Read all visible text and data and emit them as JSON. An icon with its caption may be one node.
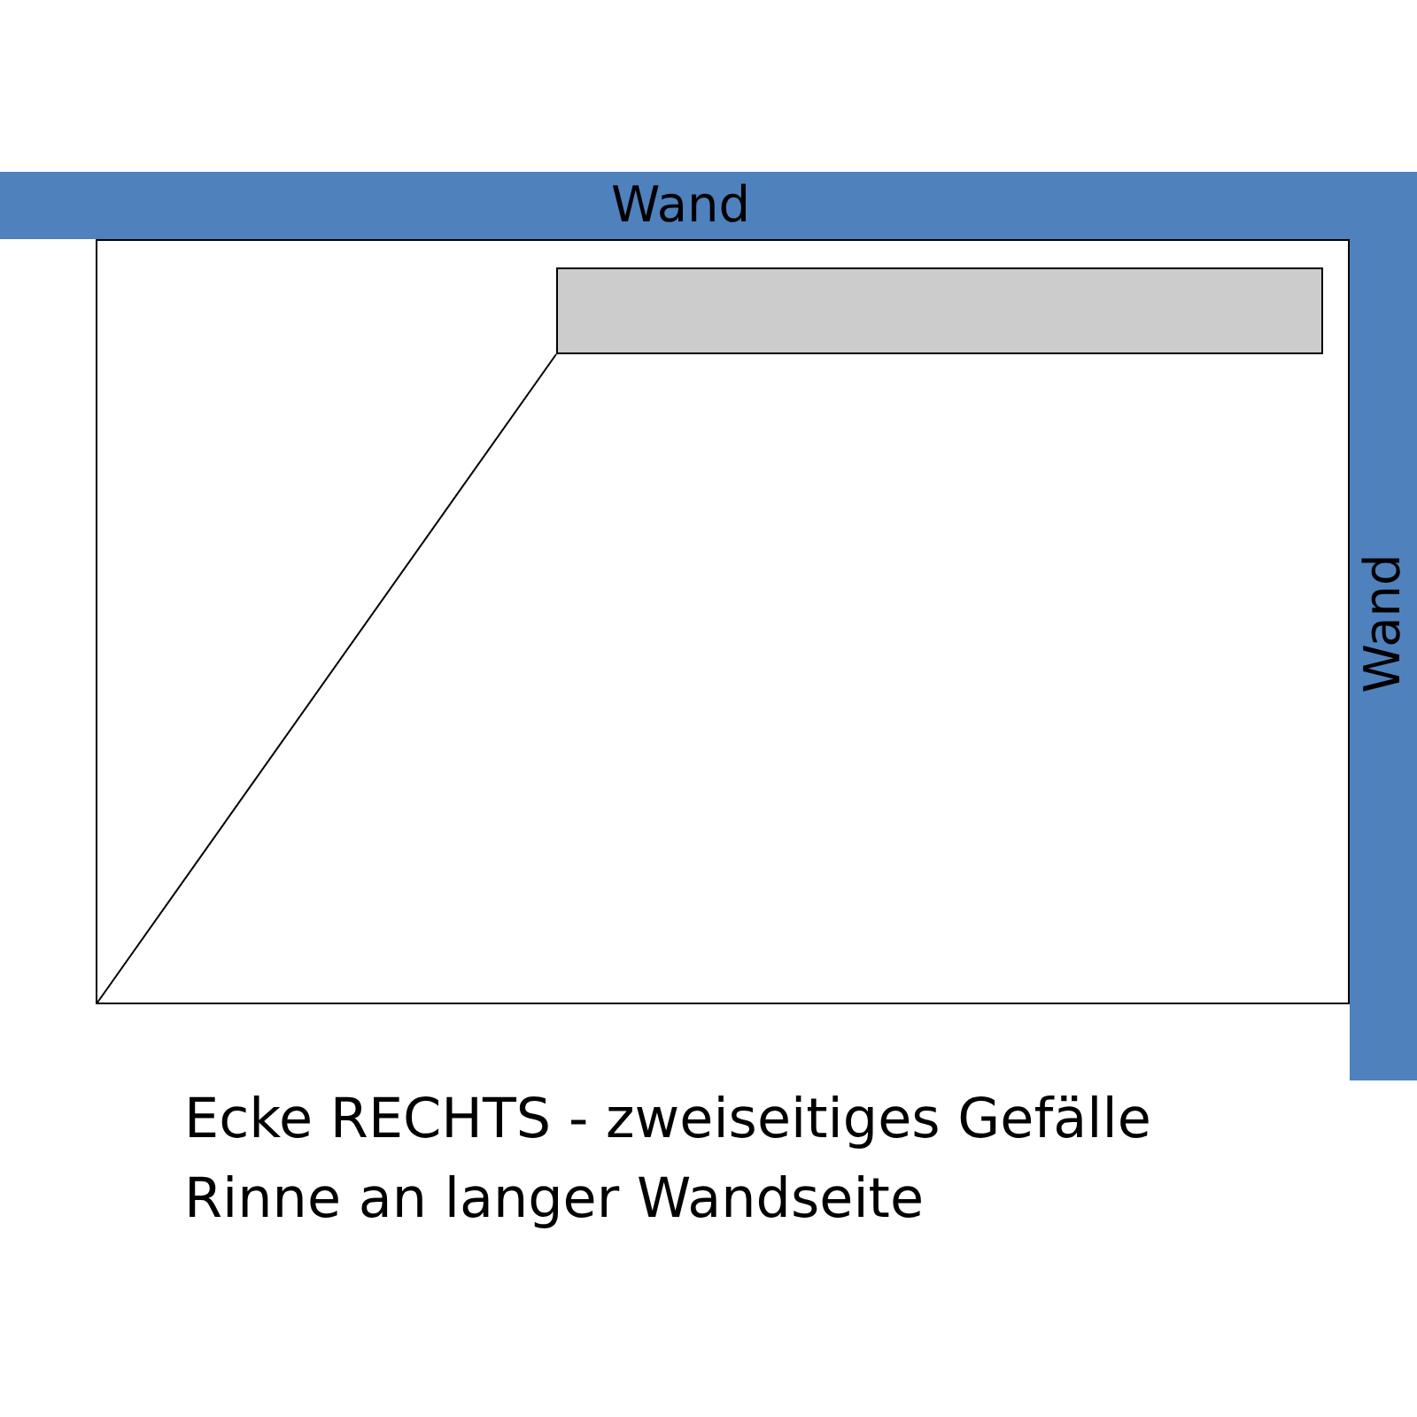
{
  "diagram": {
    "nodes": [
      {
        "text": [
          "Wand"
        ]
      },
      {
        "text": [
          "Wand"
        ]
      }
    ],
    "labels": [
      "Ecke RECHTS - zweiseitiges Gefälle",
      "Rinne an langer Wandseite"
    ]
  }
}
